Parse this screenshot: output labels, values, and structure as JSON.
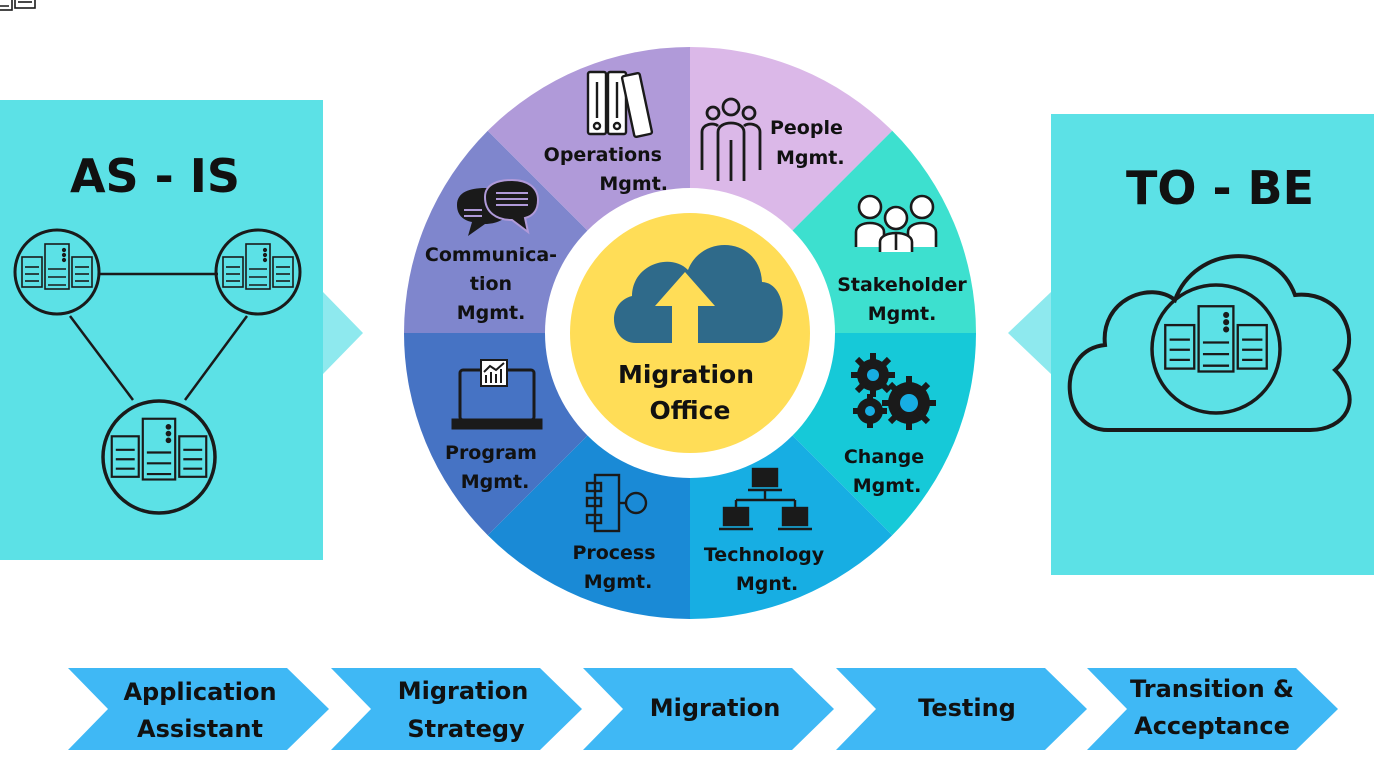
{
  "as_is": {
    "title": "AS - IS"
  },
  "to_be": {
    "title": "TO - BE"
  },
  "center": {
    "line1": "Migration",
    "line2": "Office"
  },
  "segments": [
    {
      "lines": [
        "Operations",
        "Mgmt."
      ],
      "icon": "binders-icon",
      "color": "#dbb8e8"
    },
    {
      "lines": [
        "People",
        "Mgmt."
      ],
      "icon": "people-icon",
      "color": "#3de0cf"
    },
    {
      "lines": [
        "Stakeholder",
        "Mgmt."
      ],
      "icon": "stakeholders-icon",
      "color": "#16c9d8"
    },
    {
      "lines": [
        "Change",
        "Mgmt."
      ],
      "icon": "gears-icon",
      "color": "#17aee3"
    },
    {
      "lines": [
        "Technology",
        "Mgnt."
      ],
      "icon": "network-icon",
      "color": "#1a8ad6"
    },
    {
      "lines": [
        "Process",
        "Mgmt."
      ],
      "icon": "process-icon",
      "color": "#4673c4"
    },
    {
      "lines": [
        "Program",
        "Mgmt."
      ],
      "icon": "monitor-chart-icon",
      "color": "#7f86cd"
    },
    {
      "lines": [
        "Communica-",
        "tion",
        "Mgmt."
      ],
      "icon": "chat-bubbles-icon",
      "color": "#b09ad9"
    }
  ],
  "steps": [
    {
      "lines": [
        "Application",
        "Assistant"
      ]
    },
    {
      "lines": [
        "Migration",
        "Strategy"
      ]
    },
    {
      "lines": [
        "Migration"
      ]
    },
    {
      "lines": [
        "Testing"
      ]
    },
    {
      "lines": [
        "Transition &",
        "Acceptance"
      ]
    }
  ],
  "colors": {
    "panel": "#5ce1e6",
    "panel_arrow": "#8ee9ee",
    "step_arrow": "#3fb8f5",
    "center_fill": "#ffdd57",
    "cloud_icon": "#2f6a8a",
    "ring_white": "#ffffff"
  }
}
